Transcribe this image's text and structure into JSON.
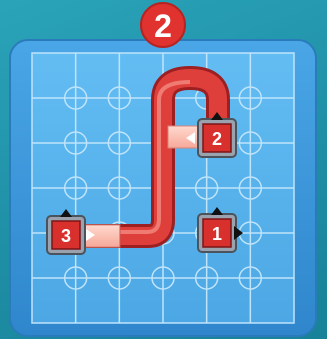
{
  "level": {
    "number": "2",
    "badge_color": "#e0322e"
  },
  "board": {
    "rows": 6,
    "cols": 6,
    "frame_color": "#3a8fd0",
    "tile_color": "#5ab3ee",
    "grid_color": "#bfe4fb"
  },
  "pieces": [
    {
      "id": "1",
      "label": "1",
      "col": 4,
      "row": 4,
      "exit": "right"
    },
    {
      "id": "2",
      "label": "2",
      "col": 4,
      "row": 2,
      "exit": "left"
    },
    {
      "id": "3",
      "label": "3",
      "col": 1,
      "row": 4,
      "exit": "right"
    }
  ],
  "path": {
    "color": "#d83a3a",
    "from": "3",
    "to": "2"
  }
}
